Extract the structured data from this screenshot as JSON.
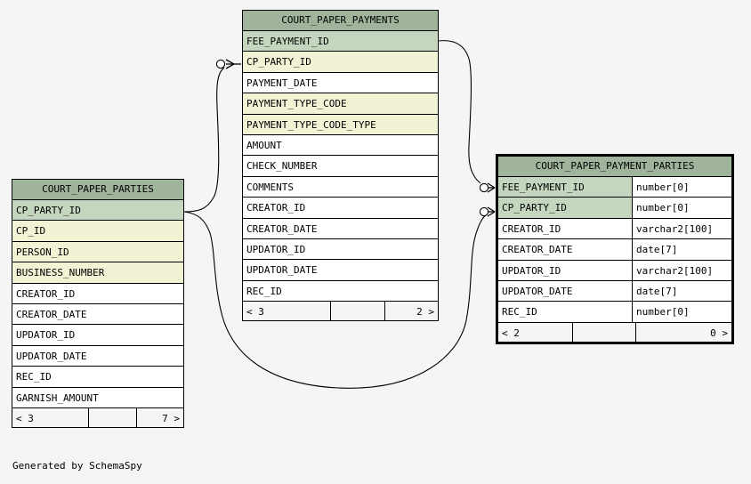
{
  "background_color": "#f5f5f5",
  "colors": {
    "title_bar": "#9fb49a",
    "primary_key_row": "#c5d6bf",
    "indexed_row": "#f2f2d5",
    "plain_row": "#ffffff",
    "border": "#000000",
    "footer": "#f5f5f5"
  },
  "caption": "Generated by SchemaSpy",
  "tables": [
    {
      "id": "court-paper-parties",
      "title": "COURT_PAPER_PARTIES",
      "focused": false,
      "show_types": false,
      "columns": [
        {
          "name": "CP_PARTY_ID",
          "type": "",
          "kind": "primary"
        },
        {
          "name": "CP_ID",
          "type": "",
          "kind": "indexed"
        },
        {
          "name": "PERSON_ID",
          "type": "",
          "kind": "indexed"
        },
        {
          "name": "BUSINESS_NUMBER",
          "type": "",
          "kind": "indexed"
        },
        {
          "name": "CREATOR_ID",
          "type": "",
          "kind": "plain"
        },
        {
          "name": "CREATOR_DATE",
          "type": "",
          "kind": "plain"
        },
        {
          "name": "UPDATOR_ID",
          "type": "",
          "kind": "plain"
        },
        {
          "name": "UPDATOR_DATE",
          "type": "",
          "kind": "plain"
        },
        {
          "name": "REC_ID",
          "type": "",
          "kind": "plain"
        },
        {
          "name": "GARNISH_AMOUNT",
          "type": "",
          "kind": "plain"
        }
      ],
      "footer": {
        "left": "< 3",
        "middle": "",
        "right": "7 >"
      }
    },
    {
      "id": "court-paper-payments",
      "title": "COURT_PAPER_PAYMENTS",
      "focused": false,
      "show_types": false,
      "columns": [
        {
          "name": "FEE_PAYMENT_ID",
          "type": "",
          "kind": "primary"
        },
        {
          "name": "CP_PARTY_ID",
          "type": "",
          "kind": "indexed"
        },
        {
          "name": "PAYMENT_DATE",
          "type": "",
          "kind": "plain"
        },
        {
          "name": "PAYMENT_TYPE_CODE",
          "type": "",
          "kind": "indexed"
        },
        {
          "name": "PAYMENT_TYPE_CODE_TYPE",
          "type": "",
          "kind": "indexed"
        },
        {
          "name": "AMOUNT",
          "type": "",
          "kind": "plain"
        },
        {
          "name": "CHECK_NUMBER",
          "type": "",
          "kind": "plain"
        },
        {
          "name": "COMMENTS",
          "type": "",
          "kind": "plain"
        },
        {
          "name": "CREATOR_ID",
          "type": "",
          "kind": "plain"
        },
        {
          "name": "CREATOR_DATE",
          "type": "",
          "kind": "plain"
        },
        {
          "name": "UPDATOR_ID",
          "type": "",
          "kind": "plain"
        },
        {
          "name": "UPDATOR_DATE",
          "type": "",
          "kind": "plain"
        },
        {
          "name": "REC_ID",
          "type": "",
          "kind": "plain"
        }
      ],
      "footer": {
        "left": "< 3",
        "middle": "",
        "right": "2 >"
      }
    },
    {
      "id": "court-paper-payment-parties",
      "title": "COURT_PAPER_PAYMENT_PARTIES",
      "focused": true,
      "show_types": true,
      "columns": [
        {
          "name": "FEE_PAYMENT_ID",
          "type": "number[0]",
          "kind": "primary"
        },
        {
          "name": "CP_PARTY_ID",
          "type": "number[0]",
          "kind": "primary"
        },
        {
          "name": "CREATOR_ID",
          "type": "varchar2[100]",
          "kind": "plain"
        },
        {
          "name": "CREATOR_DATE",
          "type": "date[7]",
          "kind": "plain"
        },
        {
          "name": "UPDATOR_ID",
          "type": "varchar2[100]",
          "kind": "plain"
        },
        {
          "name": "UPDATOR_DATE",
          "type": "date[7]",
          "kind": "plain"
        },
        {
          "name": "REC_ID",
          "type": "number[0]",
          "kind": "plain"
        }
      ],
      "footer": {
        "left": "< 2",
        "middle": "",
        "right": "0 >"
      }
    }
  ],
  "relationships": [
    {
      "name": "parties-to-payments",
      "from_table": "COURT_PAPER_PARTIES",
      "from_column": "CP_PARTY_ID",
      "to_table": "COURT_PAPER_PAYMENTS",
      "to_column": "CP_PARTY_ID",
      "end_marker": "zero-or-many"
    },
    {
      "name": "parties-to-payment-parties",
      "from_table": "COURT_PAPER_PARTIES",
      "from_column": "CP_PARTY_ID",
      "to_table": "COURT_PAPER_PAYMENT_PARTIES",
      "to_column": "CP_PARTY_ID",
      "end_marker": "zero-or-many"
    },
    {
      "name": "payments-to-payment-parties",
      "from_table": "COURT_PAPER_PAYMENTS",
      "from_column": "FEE_PAYMENT_ID",
      "to_table": "COURT_PAPER_PAYMENT_PARTIES",
      "to_column": "FEE_PAYMENT_ID",
      "end_marker": "zero-or-many"
    }
  ]
}
